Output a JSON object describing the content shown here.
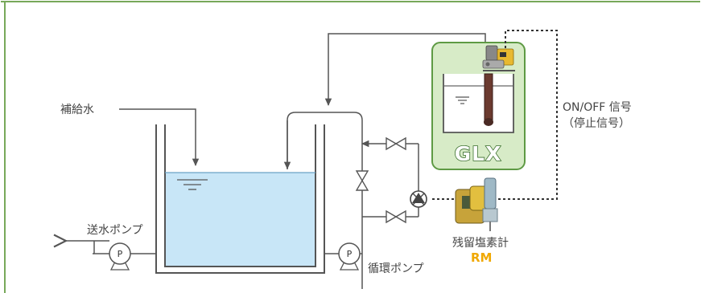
{
  "labels": {
    "makeup_water": "補給水",
    "transfer_pump": "送水ポンプ",
    "circulation_pump": "循環ポンプ",
    "signal_line1": "ON/OFF 信号",
    "signal_line2": "（停止信号）",
    "residual_chlorine_meter": "残留塩素計",
    "rm_model": "RM",
    "glx_model": "GLX",
    "pump_symbol": "P"
  },
  "colors": {
    "frame_border": "#77a85a",
    "glx_panel_fill": "#d7ebc7",
    "glx_panel_border": "#5e9a44",
    "water_fill": "#c8e6f7",
    "pipe": "#555555",
    "signal_line": "#333333",
    "rm_label": "#f0a800"
  },
  "icons": [
    "pump-icon",
    "valve-icon",
    "three-way-valve-icon",
    "metering-pump-icon",
    "chlorine-meter-icon",
    "water-level-icon",
    "arrow-icon"
  ]
}
